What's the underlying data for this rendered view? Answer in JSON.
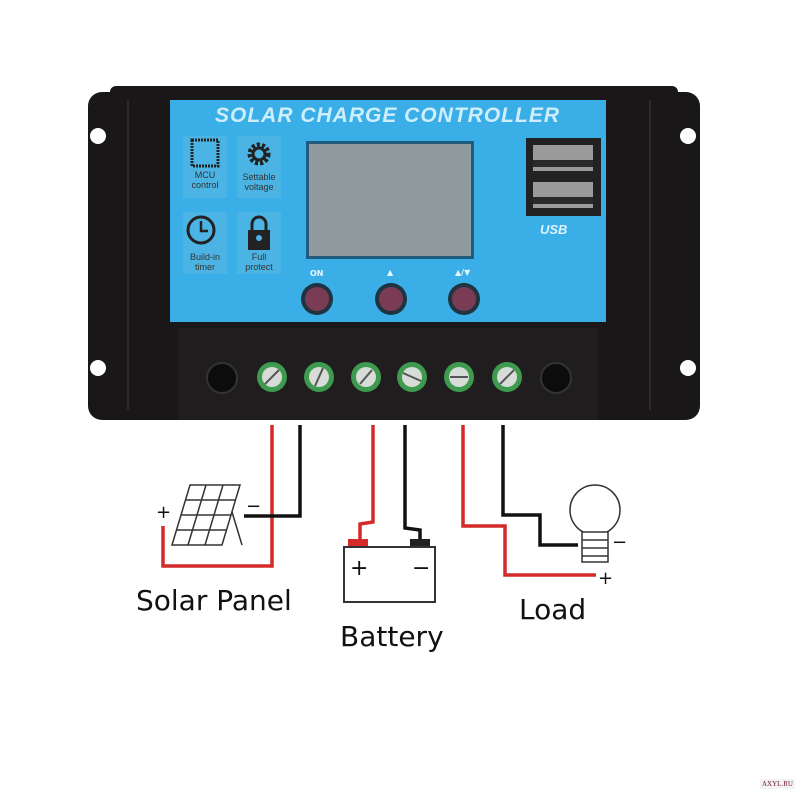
{
  "controller": {
    "title": "SOLAR CHARGE CONTROLLER",
    "features": [
      {
        "icon": "chip-icon",
        "label_line1": "MCU",
        "label_line2": "control"
      },
      {
        "icon": "gear-icon",
        "label_line1": "Settable",
        "label_line2": "voltage"
      },
      {
        "icon": "clock-icon",
        "label_line1": "Build-in",
        "label_line2": "timer"
      },
      {
        "icon": "lock-icon",
        "label_line1": "Full",
        "label_line2": "protect"
      }
    ],
    "usb_label": "USB",
    "buttons": [
      {
        "label": "ON"
      },
      {
        "label": "▲"
      },
      {
        "label": "▲/▼"
      }
    ],
    "colors": {
      "panel": "#3aaee6",
      "body": "#1a1718",
      "lcd": "#8f9a9e",
      "screw": "#3e9a4e"
    }
  },
  "diagram": {
    "solar_label": "Solar Panel",
    "battery_label": "Battery",
    "load_label": "Load",
    "plus": "+",
    "minus": "−",
    "wire_colors": {
      "positive": "#d42a2a",
      "negative": "#111111"
    }
  },
  "watermark": "AXYL.RU"
}
